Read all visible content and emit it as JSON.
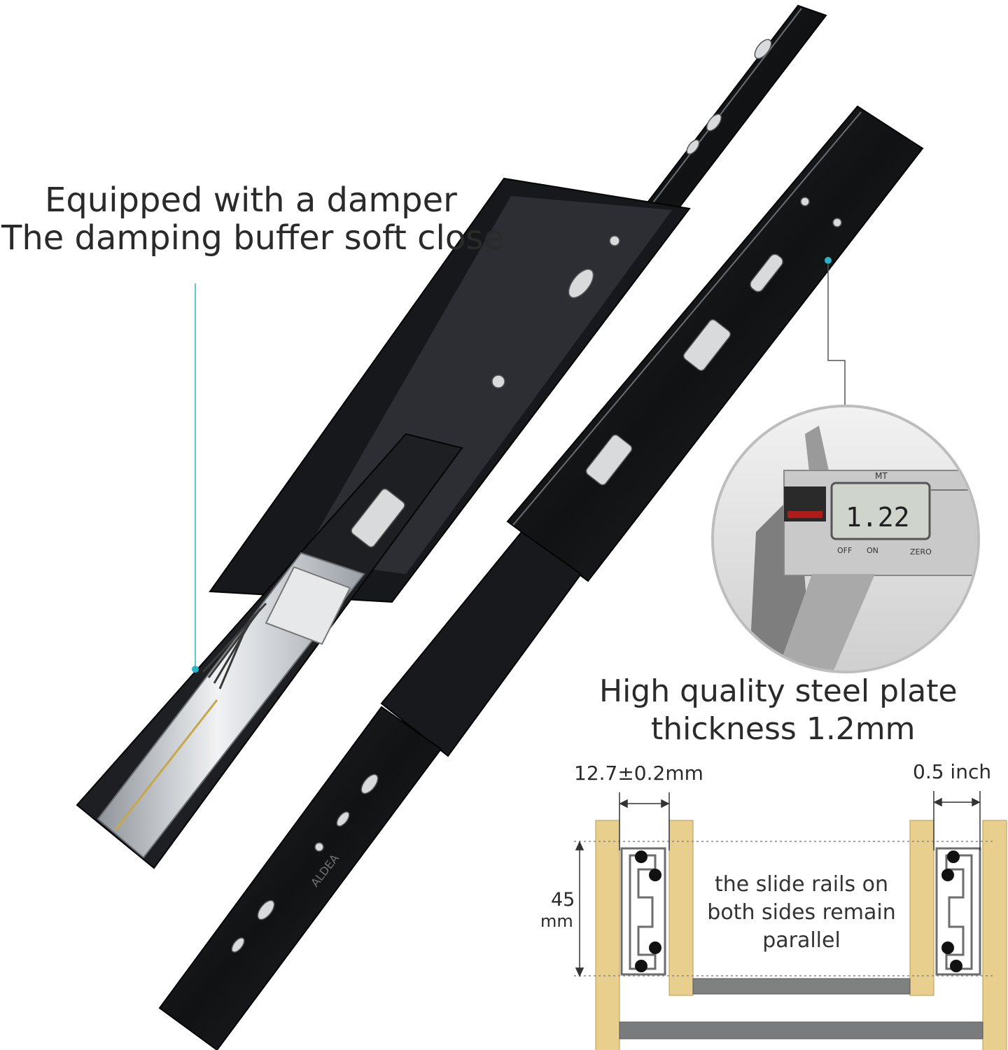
{
  "callouts": {
    "damper": {
      "line1": "Equipped with a damper",
      "line2": "The damping buffer soft close"
    },
    "steel": {
      "line1": "High quality steel plate",
      "line2": "thickness 1.2mm"
    }
  },
  "caliper": {
    "reading": "1.22",
    "brand": "MT",
    "buttons": [
      "OFF",
      "ON",
      "ZERO"
    ]
  },
  "rail_engraving": "ALDEA",
  "diagram": {
    "width_mm": "12.7±0.2mm",
    "width_inch": "0.5 inch",
    "height_value": "45",
    "height_unit": "mm",
    "note": [
      "the slide rails on",
      "both sides remain",
      "parallel"
    ]
  },
  "colors": {
    "accent": "#2bb3c9",
    "rail_dark": "#1b1c1f",
    "rail_metal": "#9ea3a8",
    "wood": "#e8cf8e",
    "text": "#2a2a2a"
  }
}
